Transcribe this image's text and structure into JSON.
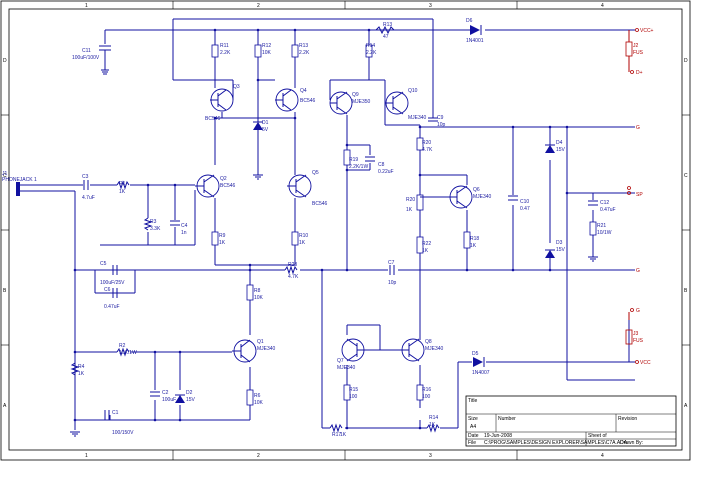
{
  "frame": {
    "col_labels": [
      "1",
      "2",
      "3",
      "4"
    ],
    "row_labels": [
      "D",
      "C",
      "B",
      "A"
    ]
  },
  "title_block": {
    "title_label": "Title",
    "size_label": "Size",
    "size_value": "A4",
    "number_label": "Number",
    "revision_label": "Revision",
    "date_label": "Date",
    "date_value": "19-Jun-2008",
    "sheet_label": "Sheet   of",
    "file_label": "File",
    "file_value": "C:\\PROG\\SAMPLES\\DESIGN EXPLORER\\SAMPLES\\C7A.ADA",
    "drawn_by_label": "Drawn By:"
  },
  "components": {
    "c11": "C11",
    "c11_val": "100uF/100V",
    "r13": "R13",
    "r13_val": "47",
    "d6": "D6",
    "d6_val": "1N4001",
    "vcc_top": "VCC+",
    "r11": "R11",
    "r11_val": "2.2K",
    "r12": "R12",
    "r12_val": "10K",
    "r13b": "R13",
    "r13b_val": "2.2K",
    "r14": "R14",
    "r14_val": "2.2K",
    "q3": "Q3",
    "q3_val": "BC546",
    "q4": "Q4",
    "q4_val": "BC546",
    "q9": "Q9",
    "q9_val": "MJE350",
    "q10": "Q10",
    "q10_val": "MJE340",
    "c9": "C9",
    "c9_val": "10p",
    "d1": "D1",
    "d1_val": "5V",
    "j2": "J2",
    "j2_val": "FUS",
    "dplus": "D+",
    "g1": "G",
    "d4": "D4",
    "d4_val": "15V",
    "r20": "R20",
    "r20_val": "4.7K",
    "r19": "R19",
    "r19_val": "2.2K/1W",
    "c8": "C8",
    "c8_val": "0.22uF",
    "q2": "Q2",
    "q2_val": "BC546",
    "q5": "Q5",
    "q5_val": "BC546",
    "q6": "Q6",
    "q6_val": "MJE340",
    "c10": "C10",
    "c10_val": "0.47",
    "c12": "C12",
    "c12_val": "0.47uF",
    "r21": "R21",
    "r21_val": "10/1W",
    "sp": "SP",
    "g2": "G",
    "jack": "J1",
    "jack_val": "PHONEJACK 1",
    "c3": "C3",
    "c3_val": "4.7uF",
    "r1": "R1",
    "r1_val": "1K",
    "r3": "R3",
    "r3_val": "3.3K",
    "c4": "C4",
    "c4_val": "1n",
    "r9": "R9",
    "r9_val": "1K",
    "r10": "R10",
    "r10_val": "1K",
    "r20b": "R20",
    "r20b_val": "1K",
    "r22": "R22",
    "r22_val": "1K",
    "r18": "R18",
    "r18_val": "1K",
    "d3": "D3",
    "d3_val": "15V",
    "c5": "C5",
    "c5_val": "100uF/25V",
    "c6": "C6",
    "c6_val": "0.47uF",
    "r23": "R23",
    "r23_val": "4.7K",
    "c7": "C7",
    "c7_val": "10p",
    "g3": "G",
    "r8": "R8",
    "r8_val": "10K",
    "q1": "Q1",
    "q1_val": "MJE340",
    "q7": "Q7",
    "q7_val": "MJE340",
    "q8": "Q8",
    "q8_val": "MJE340",
    "j3": "J3",
    "j3_val": "FUS",
    "g4": "G",
    "r2": "R2",
    "r2_val": "10K/1W",
    "r4": "R4",
    "r4_val": "1K",
    "c2": "C2",
    "c2_val": "100uF",
    "d2": "D2",
    "d2_val": "15V",
    "r6": "R6",
    "r6_val": "10K",
    "r15": "R15",
    "r15_val": "100",
    "r16": "R16",
    "r16_val": "100",
    "d5": "D5",
    "d5_val": "1N4007",
    "vcc_bot": "VCC",
    "c1": "C1",
    "c1_val": "100/150V",
    "r14b": "R14",
    "r14b_val": "1K",
    "r17": "R17",
    "r17_val": "1K"
  }
}
